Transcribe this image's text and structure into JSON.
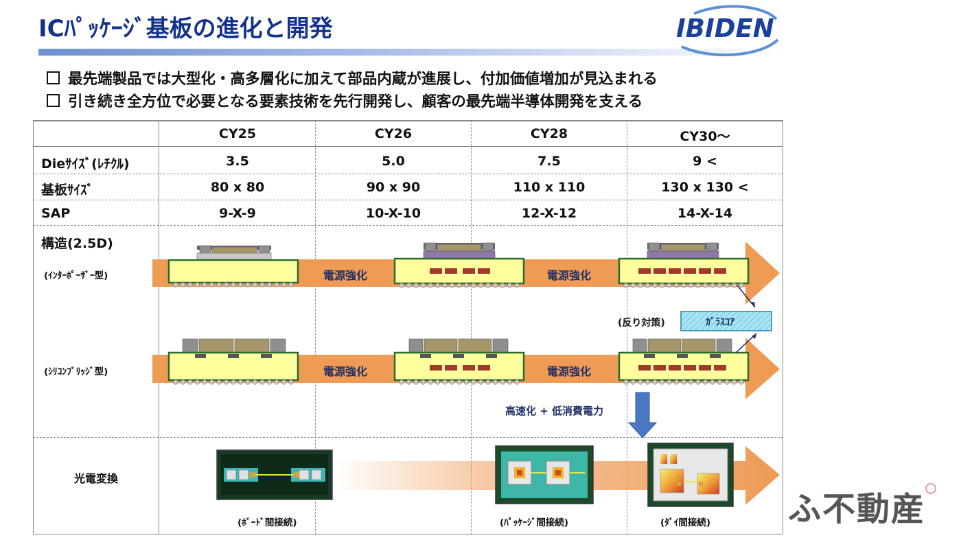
{
  "title": "ICﾊﾟｯｹｰｼﾞ基板の進化と開発",
  "logo_text": "IBIDEN",
  "bullets": [
    "最先端製品では大型化・高多層化に加えて部品内蔵が進展し、付加価値増加が見込まれる",
    "引き続き全方位で必要となる要素技術を先行開発し、顧客の最先端半導体開発を支える"
  ],
  "table": {
    "columns": [
      "CY25",
      "CY26",
      "CY28",
      "CY30～"
    ],
    "rows": [
      {
        "label": "Dieｻｲｽﾞ(ﾚﾁｸﾙ)",
        "values": [
          "3.5",
          "5.0",
          "7.5",
          "9 <"
        ]
      },
      {
        "label": "基板ｻｲｽﾞ",
        "values": [
          "80 x 80",
          "90 x 90",
          "110 x 110",
          "130 x 130 <"
        ]
      },
      {
        "label": "SAP",
        "values": [
          "9-X-9",
          "10-X-10",
          "12-X-12",
          "14-X-14"
        ]
      }
    ]
  },
  "structure": {
    "label": "構造(2.5D)",
    "interposer_label": "(ｲﾝﾀｰﾎﾟｰｻﾞｰ型)",
    "bridge_label": "(ｼﾘｺﾝﾌﾞﾘｯｼﾞ型)",
    "power_label": "電源強化",
    "warp_label": "(反り対策)",
    "glass_core_label": "ｶﾞﾗｽｺｱ",
    "highspeed_label": "高速化 + 低消費電力"
  },
  "optical": {
    "label": "光電変換",
    "board_label": "(ﾎﾞｰﾄﾞ間接続)",
    "package_label": "(ﾊﾟｯｹｰｼﾞ間接続)",
    "die_label": "(ﾀﾞｲ間接続)"
  },
  "watermark": "ふ不動産",
  "colors": {
    "title": "#14328c",
    "arrow": "#ee9b55",
    "substrate": "#ffff9e",
    "chip": "#8f8f8f",
    "glass_core": "#a8e4f4",
    "down_arrow": "#4a78c0"
  }
}
